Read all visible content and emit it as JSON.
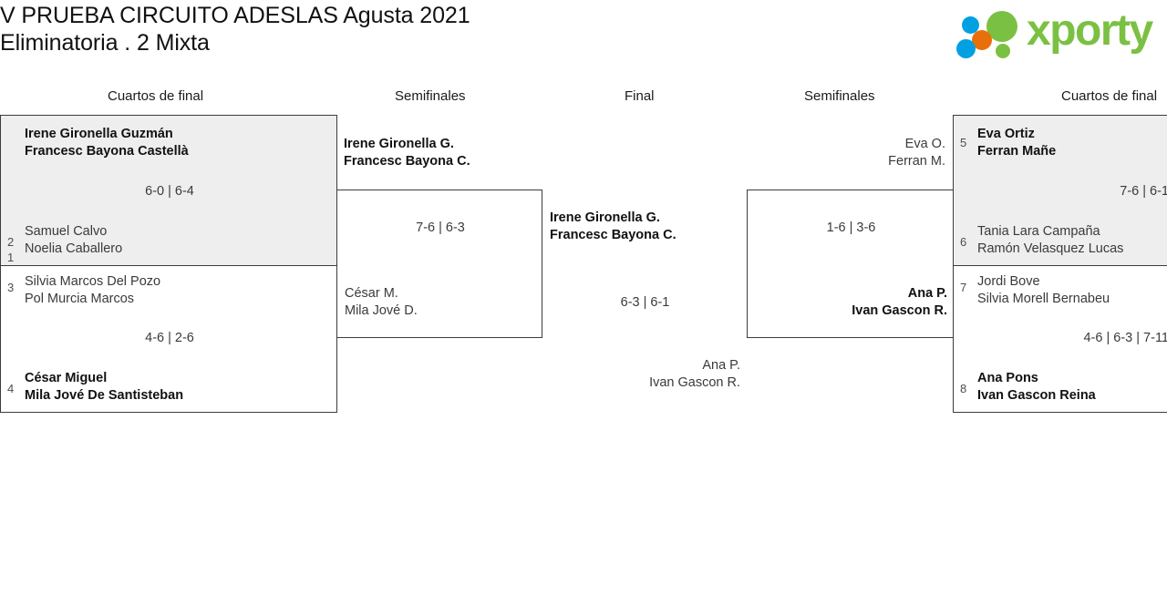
{
  "header": {
    "title_line1": "V PRUEBA CIRCUITO ADESLAS Agusta 2021",
    "title_line2": "Eliminatoria . 2 Mixta"
  },
  "logo": {
    "wordmark": "xporty",
    "green": "#7ac143",
    "blue": "#00a0e3",
    "orange": "#e8700a"
  },
  "rounds": {
    "left_qf": "Cuartos de final",
    "left_sf": "Semifinales",
    "final": "Final",
    "right_sf": "Semifinales",
    "right_qf": "Cuartos de final"
  },
  "matches": {
    "qf1": {
      "top_seed": "1",
      "top_p1": "Irene Gironella Guzmán",
      "top_p2": "Francesc Bayona Castellà",
      "bottom_seed": "2",
      "bottom_p1": "Samuel Calvo",
      "bottom_p2": "Noelia Caballero",
      "score": "6-0 | 6-4"
    },
    "qf2": {
      "top_seed": "3",
      "top_p1": "Silvia Marcos Del Pozo",
      "top_p2": "Pol Murcia Marcos",
      "bottom_seed": "4",
      "bottom_p1": "César Miguel",
      "bottom_p2": "Mila Jové De Santisteban",
      "score": "4-6 | 2-6"
    },
    "sf_left": {
      "top_p1": "Irene Gironella G.",
      "top_p2": "Francesc Bayona C.",
      "bottom_p1": "César M.",
      "bottom_p2": "Mila Jové D.",
      "score": "7-6 | 6-3"
    },
    "final": {
      "top_p1": "Irene Gironella G.",
      "top_p2": "Francesc Bayona C.",
      "bottom_p1": "Ana P.",
      "bottom_p2": "Ivan Gascon R.",
      "score": "6-3 | 6-1"
    },
    "sf_right": {
      "top_p1": "Eva O.",
      "top_p2": "Ferran M.",
      "bottom_p1": "Ana P.",
      "bottom_p2": "Ivan Gascon R.",
      "score": "1-6 | 3-6"
    },
    "qf3": {
      "top_seed": "5",
      "top_p1": "Eva Ortiz",
      "top_p2": "Ferran Mañe",
      "bottom_seed": "6",
      "bottom_p1": "Tania Lara Campaña",
      "bottom_p2": "Ramón Velasquez Lucas",
      "score": "7-6 | 6-1"
    },
    "qf4": {
      "top_seed": "7",
      "top_p1": "Jordi Bove",
      "top_p2": "Silvia Morell Bernabeu",
      "bottom_seed": "8",
      "bottom_p1": "Ana Pons",
      "bottom_p2": "Ivan Gascon Reina",
      "score": "4-6 | 6-3 | 7-11"
    }
  }
}
